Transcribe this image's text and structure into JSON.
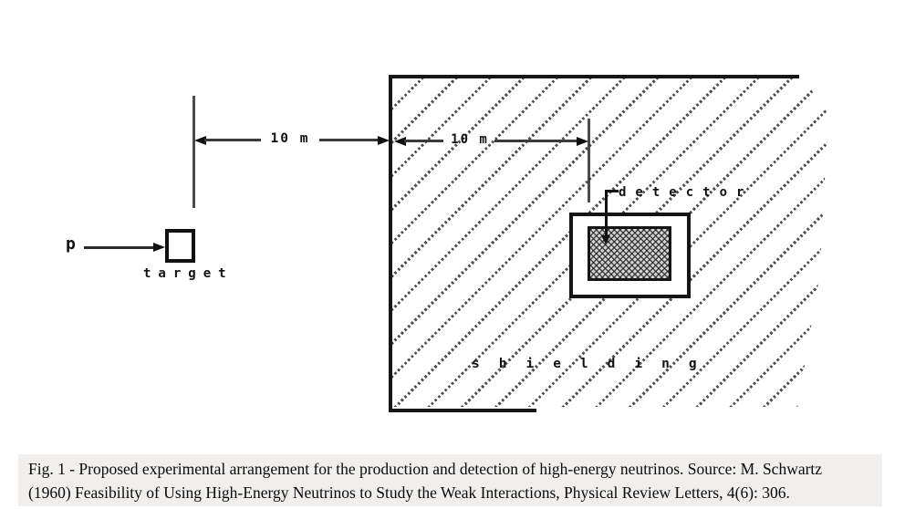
{
  "figure": {
    "labels": {
      "proton": "p",
      "target": "target",
      "shielding": "shielding",
      "detector": "detector",
      "dim_left": "10 m",
      "dim_right": "10 m"
    },
    "colors": {
      "ink": "#111111",
      "hatch": "#4f4f4f",
      "detector_fill": "#d4d4d4",
      "caption_bg": "#f0efee",
      "page_bg": "#ffffff"
    }
  },
  "caption": {
    "line1": "Fig. 1 - Proposed experimental arrangement for the production and detection of high-energy neutrinos. Source: M. Schwartz",
    "line2": "(1960) Feasibility of Using High-Energy Neutrinos to Study the Weak Interactions, Physical Review Letters, 4(6): 306."
  }
}
